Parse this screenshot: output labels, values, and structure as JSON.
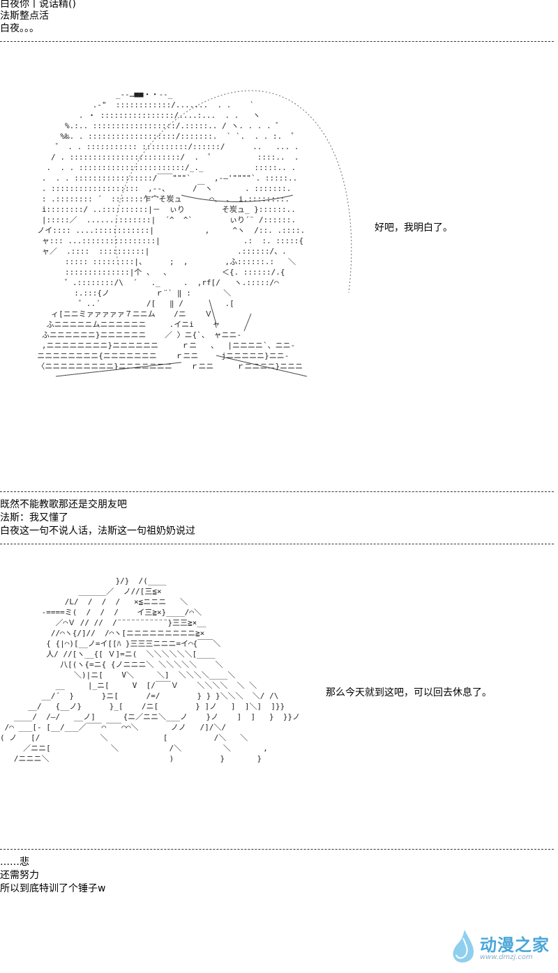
{
  "section1": {
    "lines": [
      "白夜你丨说话精()",
      "法斯整点活",
      "白夜。。。"
    ],
    "dialog": "好吧，我明白了。"
  },
  "section2": {
    "lines": [
      "既然不能教歌那还是交朋友吧",
      "法斯：我又懂了",
      "白夜这一句不说人话，法斯这一句祖奶奶说过"
    ],
    "dialog": "那么今天就到这吧，可以回去休息了。"
  },
  "section3": {
    "lines": [
      "……悲",
      "还需努力",
      "所以到底特训了个锤子w"
    ]
  },
  "art1": "                   _--…■■・・--_\n              .‐\"  ::::::::::::/.......  . .    `\n           . ・ ::::::::::::::::/....:...  . .   ヽ\n        %.:.. ::::::::::::::::::/.:::::.. / ヽ. . . . ゜\n       %‰. . :::::::::::::::::::/:::::::.  ` `.  . . :.  ゜\n      ゜ . . ::::::::::: ::::::::::/::::::/      ..   ... .\n     / . ::::::::::::::::::::::::/  .  ゜         ::::..  .\n    .  . . :::::::::::::::::::::::/_._           :::::.. .\n   .  . . :::::::::::::::::/￣￣\"\"\"`     ,-―'\"\"\"\"`. :::::..\n   . :::::::::::::::::::  ,-‐、     /￣ヽ       . :::::::.\n   : .:::::::: ´  :::::::乍宀そ炭ュ      ⌒、 、 i.::::::::.\n   i::::::::/ ..::::::::::|－  ぃり        そ炭ュ_ }::::::..\n   |:::::／  ......::::::::|  ´^  ^`        ぃり´¨ /::::::.\n  ノイ:::: ....::::::::::::|           ,     ^ヽ  /::. .::::.\n   ャ::: ...::::::::::::::::|                  .:  :. :::::{\n   ャ／  .::::  ::::::::::|                   .::::::/、.\n        ::::: :::::::::|、     ;  ,        ,ふ::::::.:   ＼\n        ::::::::::::::|个 、  、           ＜{. ::::::/.{\n        ゜.::::::::/\\  ´   ._     .  ,rf[/   ヽ.:::::/⌒\n          :.:::{ノ          ｒ¨` ‖ :       ＼\n           ゜..´          /[   ‖ /         .[\n     ィ[ニニミァァァァァ７ニニム    /ニ    Ｖ\n    ふニニニニニムニニニニニニ     .イニi    ャ\n   ふニニニニニニ}ニニニニニニ    ／ 〉ニ{`、 ャニニ-\n   ,ニニニニニニニニ}ニニニニニニ     ｒニ   、  |ニニニニ`、ニニ-\n  ニニニニニニニニ{ニニニニニニニ    ｒニニ     jニニニニニ}ニニ-\n  〈ニニニニニニニニニ}ニニニニニニニ    ｒニニ     ｒニニニニ}ニニニ",
  "art2": "                         }/}  /(____\n                 ______／  ノ//[三≦×\n              /L/  /  /  /   ×≦ニニニ   ＼\n         -====ミ(  /  /  /    イ三≧×}____/⌒＼\n            ／⌒Ｖ // //  /¨¨¨¨¨¨¨¨¨¨¨}三三≧×__\n           //⌒ヽ{/]//  /⌒ヽ[ニニニニニニニニニ≧×\n          { {|⌒)[__ノ=イ[[ﾊ }三三三ニニニ=イ⌒{￣￣＼\n          人/ //[ヽ__{[ Ｖ]=ニ(  ＼＼＼＼＼＼[____\n             八[(ヽ{=ニ{ {ノニニニ＼ ＼＼＼＼＼    ＼\n                ＼)|ニ[    V＼     ＼]  ＼＼＼＼____＼\n            __     |_ニ[     V  [/￣￣Ｖ    ＼＼＼＼  ＼ ＼\n         __/´  }      }ニ[      /=/        } } }＼＼＼  ＼/ /\\\n      __/   {__ノ}      }_[    /ニ[        } ]ノ   ]  ]＼]  ]}}\n   ____/  /―/   __ノ]      {ニ／ニニ＼___ノ    }ノ    ]  ]   }  }}ノ\n /⌒ ___[‐ [__/___／￣￣⌒￣￣⌒⌒＼       ノノ   /]/＼/\n( ノ   [/             ＼            [          /＼   ＼\n     ／ニニ[             ＼           /＼         ＼       ,\n   /ニニニ＼                          )          }       }"
}
